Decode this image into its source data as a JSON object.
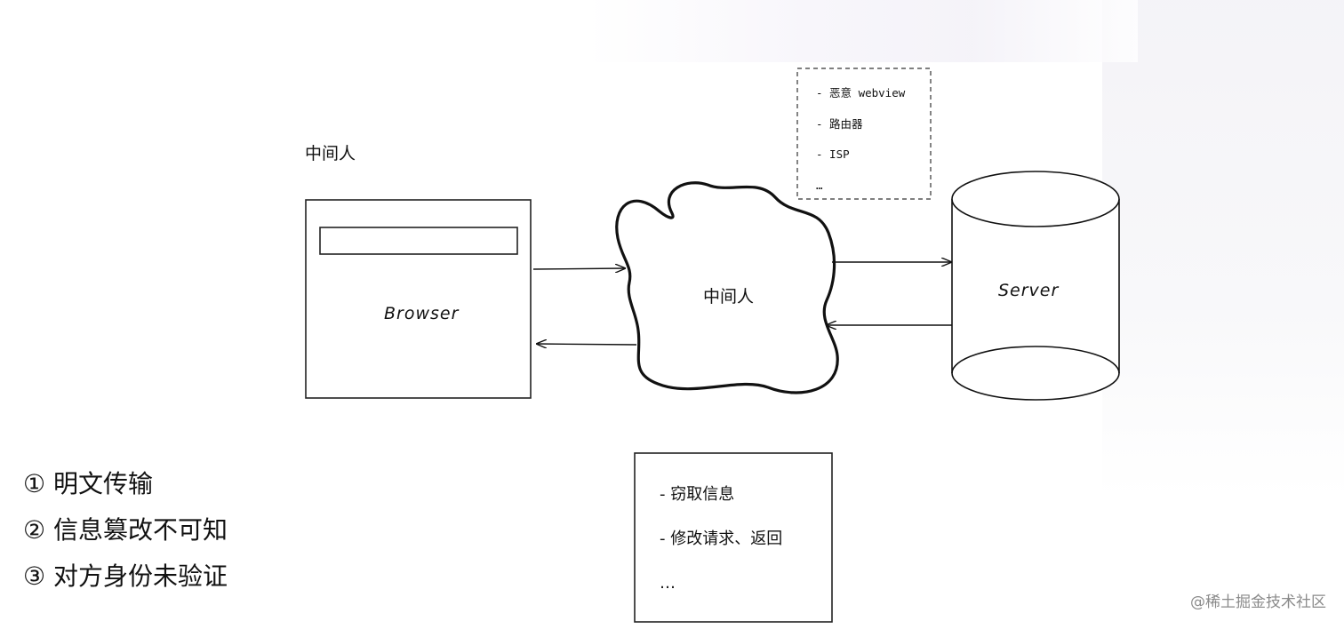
{
  "diagram": {
    "title_label": "中间人",
    "browser_label": "Browser",
    "mitm_label": "中间人",
    "server_label": "Server",
    "mitm_types": [
      "- 恶意 webview",
      "- 路由器",
      "- ISP",
      "…"
    ],
    "mitm_effects": [
      "- 窃取信息",
      "- 修改请求、返回",
      "…"
    ]
  },
  "issues": [
    "① 明文传输",
    "② 信息篡改不可知",
    "③ 对方身份未验证"
  ],
  "watermark": "@稀土掘金技术社区"
}
